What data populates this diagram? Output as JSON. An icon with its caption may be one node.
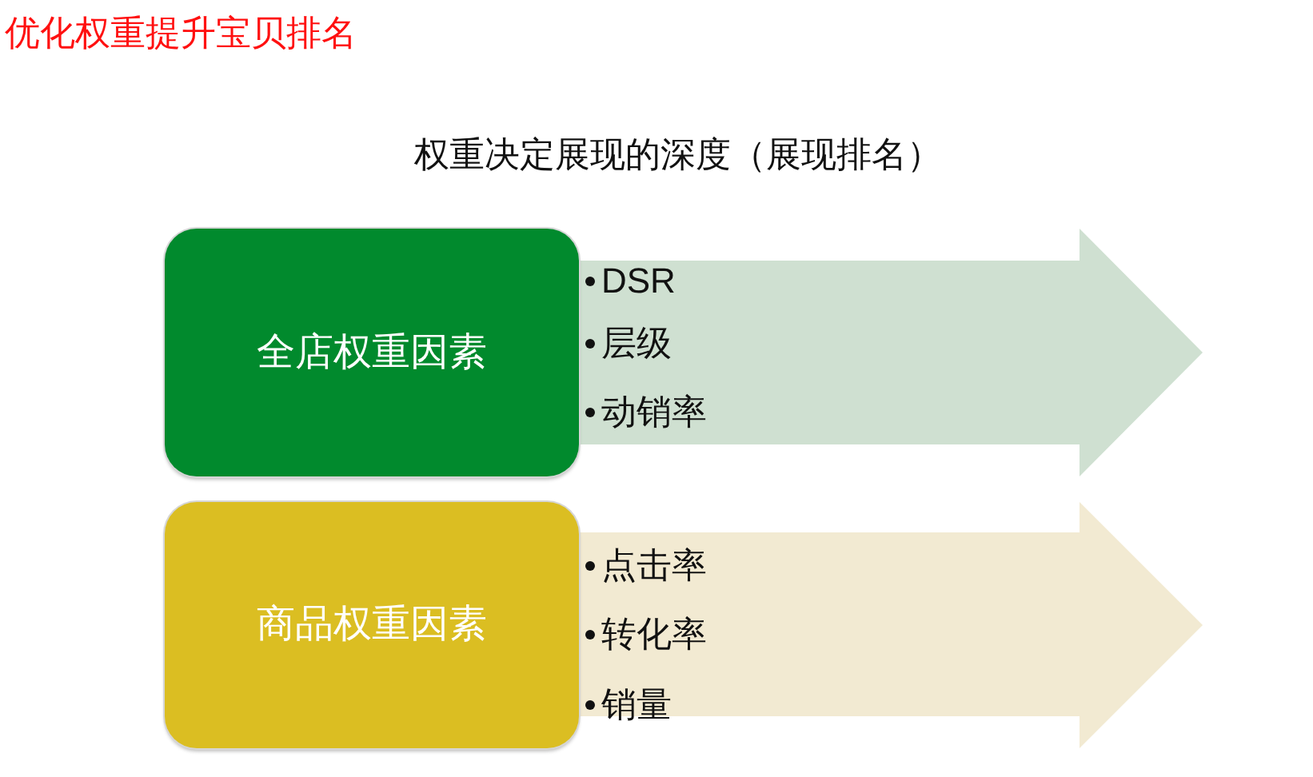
{
  "diagram": {
    "title": "优化权重提升宝贝排名",
    "nodes": [
      {
        "text": [
          "全店权重因素"
        ]
      },
      {
        "text": [
          "DSR",
          "层级",
          "动销率"
        ]
      },
      {
        "text": [
          "商品权重因素"
        ]
      },
      {
        "text": [
          "点击率",
          "转化率",
          "销量"
        ]
      }
    ],
    "labels": [
      "权重决定展现的深度（展现排名）"
    ]
  }
}
